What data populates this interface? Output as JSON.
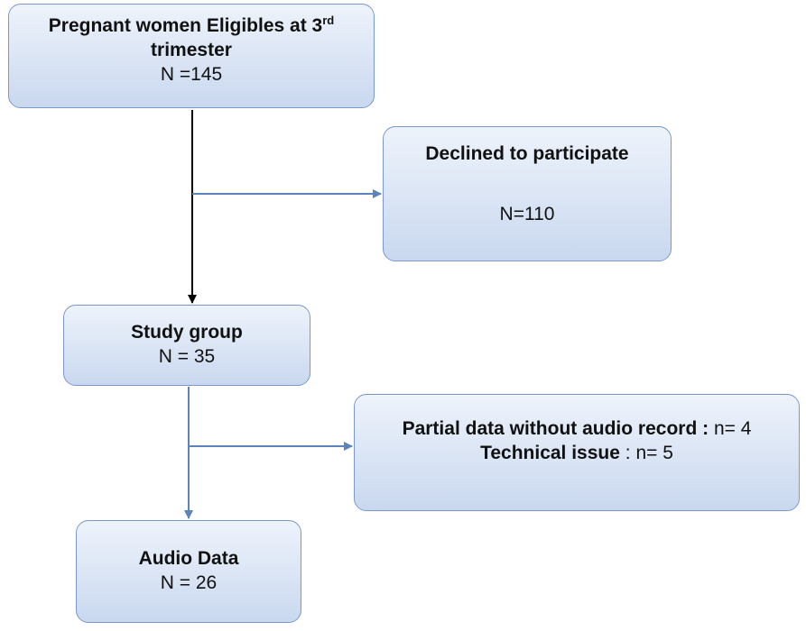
{
  "colors": {
    "box_border": "#7a99c8",
    "box_fill_top": "#eef3fb",
    "box_fill_bottom": "#c9d8ef",
    "main_arrow": "#000000",
    "branch_arrow": "#5b84bd"
  },
  "eligible": {
    "title_line1": "Pregnant women Eligibles at 3",
    "title_sup": "rd",
    "title_line2": "trimester",
    "count": "N =145"
  },
  "declined": {
    "title": "Declined to participate",
    "count": "N=110"
  },
  "study_group": {
    "title": "Study group",
    "count": "N = 35"
  },
  "excluded": {
    "reason1_label": "Partial data without audio record :",
    "reason1_count": " n= 4",
    "reason2_label": "Technical issue",
    "reason2_count": " : n= 5"
  },
  "audio_data": {
    "title": "Audio Data",
    "count": "N = 26"
  }
}
